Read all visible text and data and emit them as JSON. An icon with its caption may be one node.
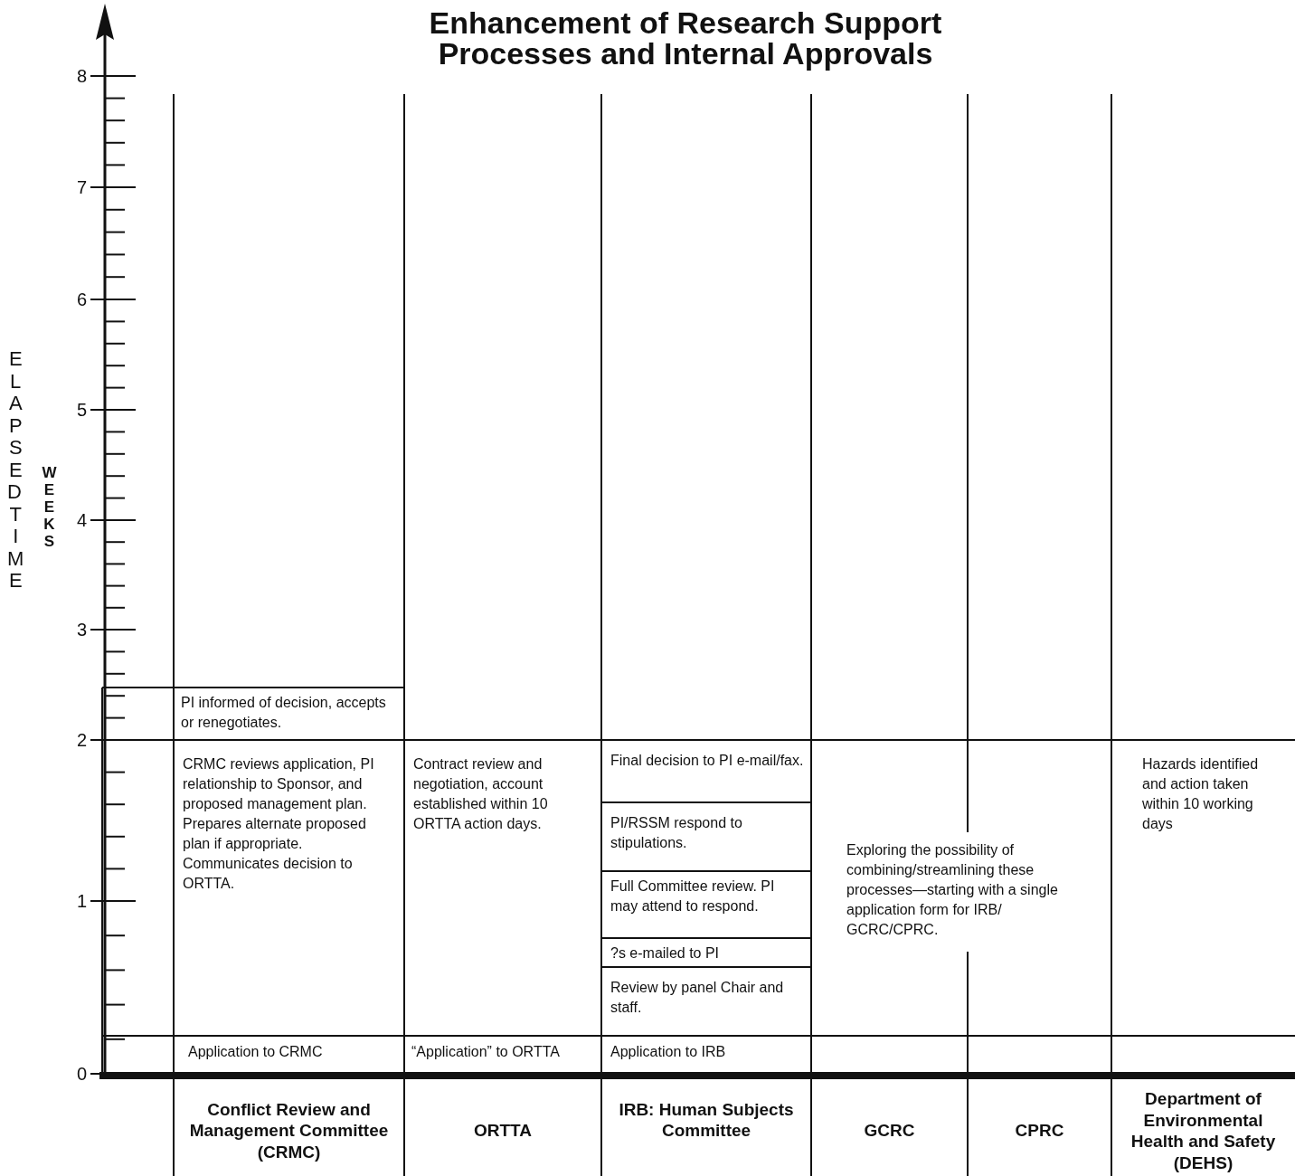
{
  "diagram": {
    "title": "Enhancement of Research Support Processes and Internal Approvals",
    "nodes": [
      {
        "text": [
          "PI informed of decision, accepts or renegotiates."
        ]
      },
      {
        "text": [
          "CRMC reviews application, PI relationship to Sponsor, and proposed management plan. Prepares alternate proposed plan if appropriate. Communicates decision to ORTTA."
        ]
      },
      {
        "text": [
          "Application to CRMC"
        ]
      },
      {
        "text": [
          "Contract review and negotiation, account established within 10 ORTTA action days."
        ]
      },
      {
        "text": [
          "“Application” to ORTTA"
        ]
      },
      {
        "text": [
          "Final decision to PI e-mail/fax."
        ]
      },
      {
        "text": [
          "PI/RSSM respond to stipulations."
        ]
      },
      {
        "text": [
          "Full Committee review. PI may attend to respond."
        ]
      },
      {
        "text": [
          "?s e-mailed to PI"
        ]
      },
      {
        "text": [
          "Review by panel Chair and staff."
        ]
      },
      {
        "text": [
          "Application to IRB"
        ]
      },
      {
        "text": [
          "Exploring the possibility of combining/streamlining these processes—starting with a single application form for IRB/ GCRC/CPRC."
        ]
      },
      {
        "text": [
          "Hazards identified and action taken within 10 working days"
        ]
      }
    ],
    "labels": [
      "8",
      "7",
      "6",
      "5",
      "4",
      "3",
      "2",
      "1",
      "0",
      "ELAPSED TIME",
      "WEEKS",
      "Conflict Review and Management Committee (CRMC)",
      "ORTTA",
      "IRB: Human Subjects Committee",
      "GCRC",
      "CPRC",
      "Department of Environmental Health and Safety (DEHS)"
    ]
  }
}
